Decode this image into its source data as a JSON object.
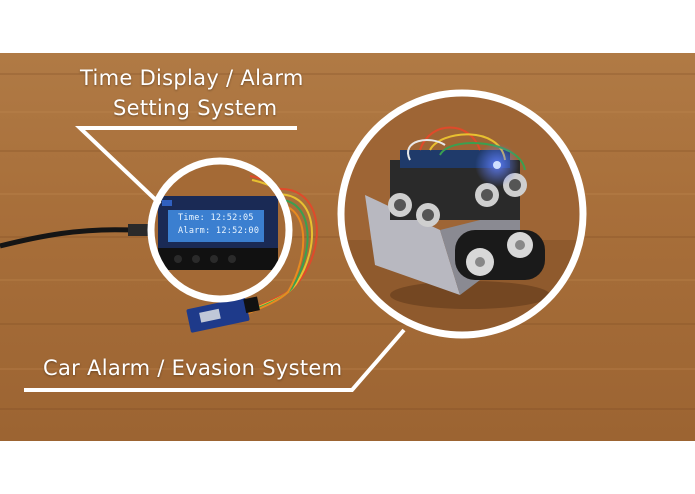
{
  "captions": {
    "top_line1": "Time Display / Alarm",
    "top_line2": "Setting System",
    "bottom": "Car Alarm / Evasion System"
  },
  "lcd": {
    "line1": "Time: 12:52:05",
    "line2": "Alarm: 12:52:00"
  },
  "colors": {
    "wood": "#a86f3a",
    "lcd_backlight": "#3b7fd0",
    "overlay": "#ffffff",
    "led_glow": "#4060ff"
  }
}
